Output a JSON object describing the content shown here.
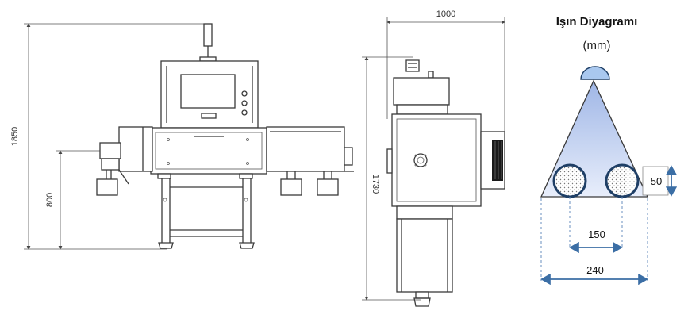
{
  "front_view": {
    "height_total": "1850",
    "height_conveyor": "800"
  },
  "side_view": {
    "width": "1000",
    "height": "1730"
  },
  "beam_diagram": {
    "title": "Işın Diyagramı",
    "unit": "(mm)",
    "dim_height": "50",
    "dim_inner": "150",
    "dim_outer": "240",
    "colors": {
      "beam_top": "#9fb6e6",
      "beam_bottom": "#e8eefb",
      "source": "#a9c8ef",
      "arrow": "#3b6ea5"
    }
  }
}
